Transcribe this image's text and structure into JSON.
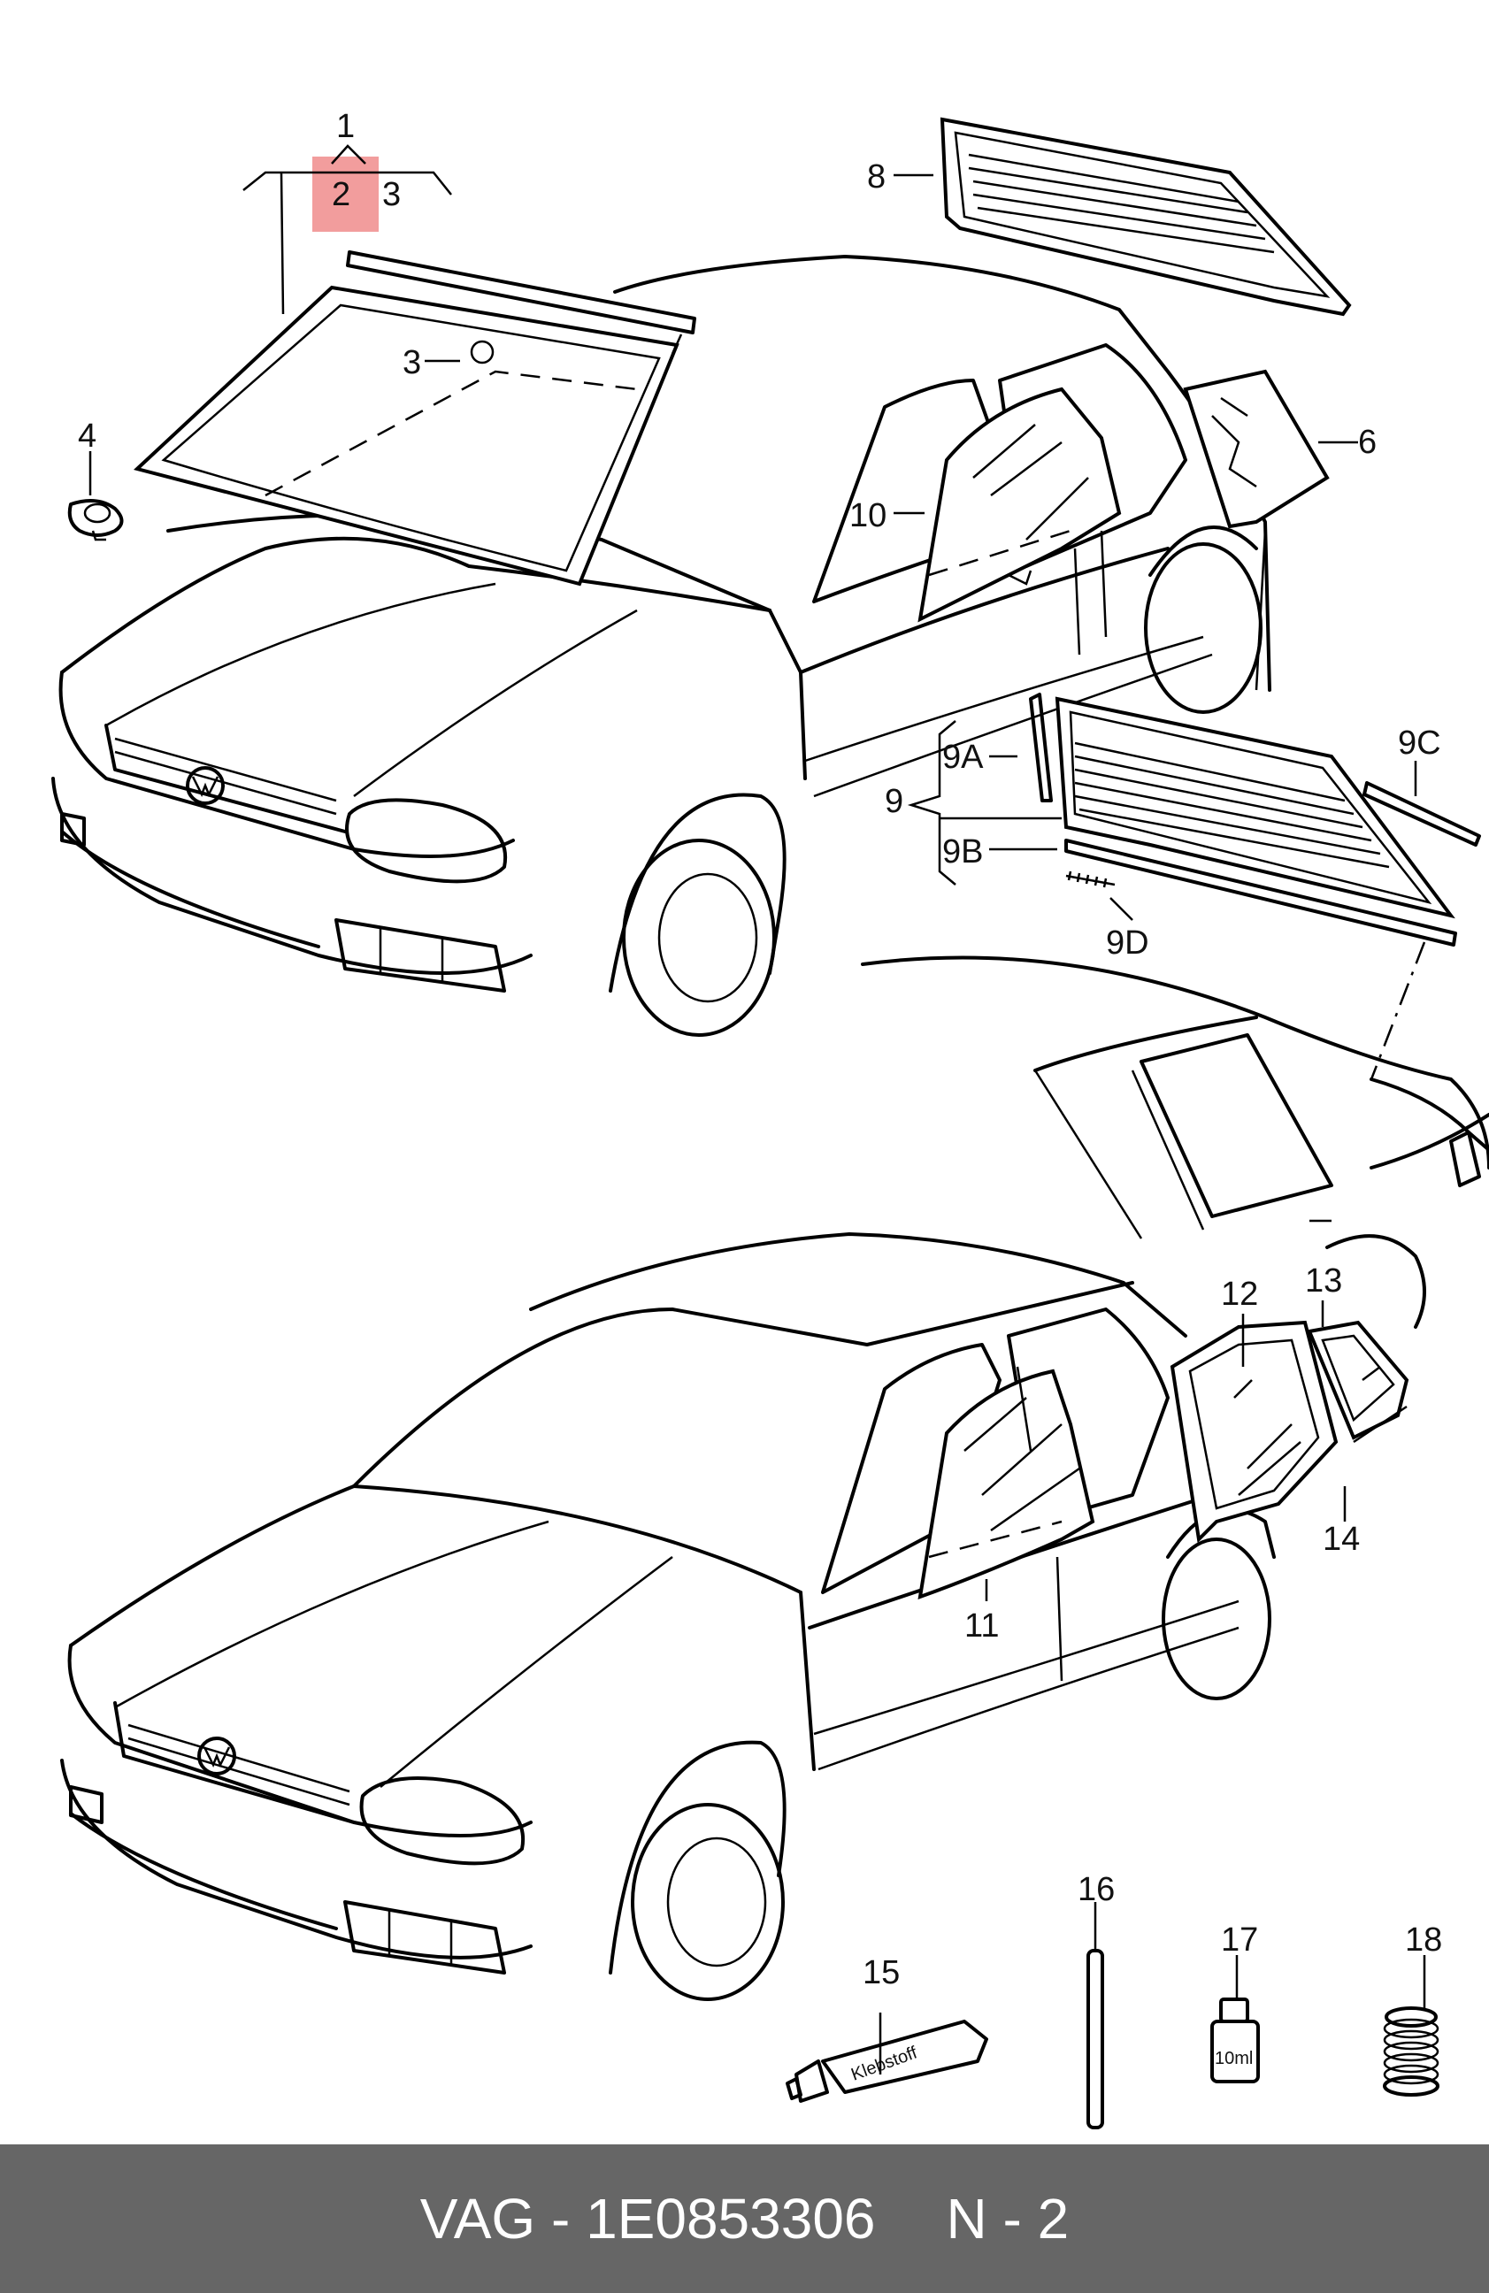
{
  "callouts": {
    "c1": "1",
    "c2": "2",
    "c3a": "3",
    "c3b": "3",
    "c4": "4",
    "c6": "6",
    "c8": "8",
    "c9": "9",
    "c9A": "9A",
    "c9B": "9B",
    "c9C": "9C",
    "c9D": "9D",
    "c10": "10",
    "c11": "11",
    "c12": "12",
    "c13": "13",
    "c14": "14",
    "c15": "15",
    "c16": "16",
    "c17": "17",
    "c18": "18"
  },
  "parts": {
    "tube_label": "Klebstoff",
    "bottle_label": "10ml"
  },
  "footer": {
    "part_number": "VAG - 1E0853306",
    "position": "N - 2"
  },
  "colors": {
    "highlight": "#f08c8c",
    "footer_bg": "#666666",
    "footer_text": "#ffffff",
    "line": "#000000"
  }
}
